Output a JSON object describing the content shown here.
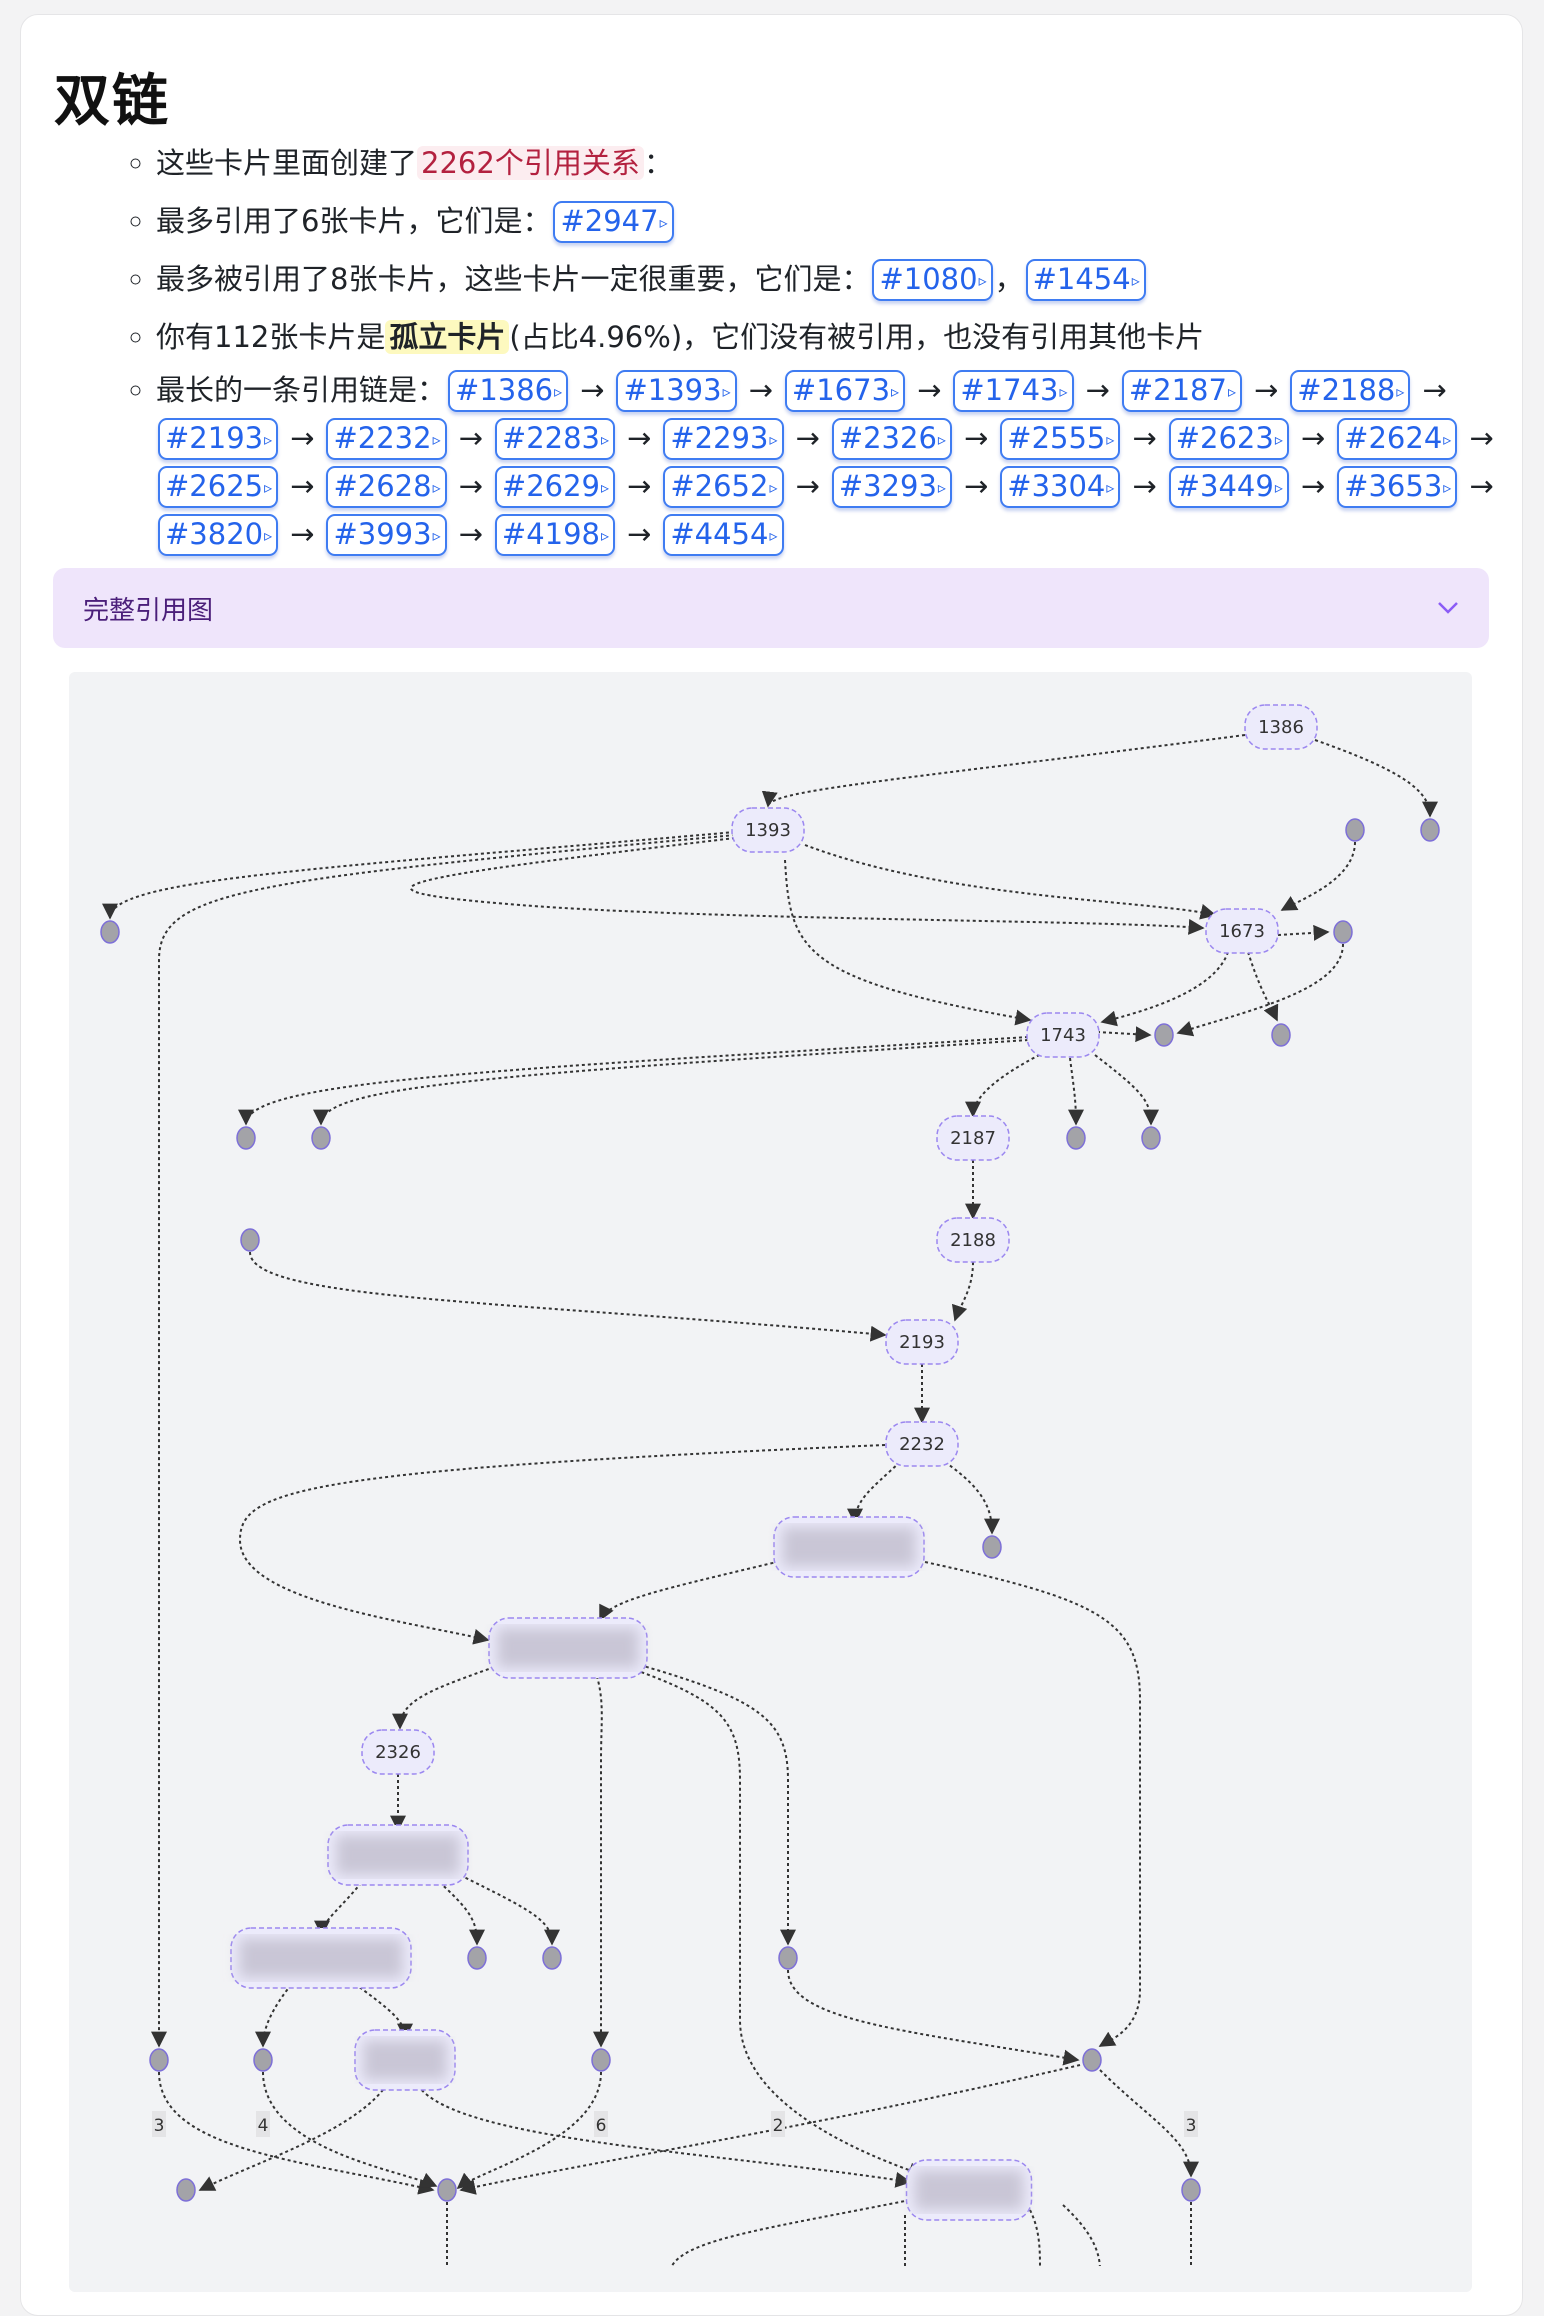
{
  "title": "双链",
  "stats": {
    "line1_prefix": "这些卡片里面创建了",
    "line1_highlight": "2262个引用关系",
    "line1_suffix": "：",
    "line2_prefix": "最多引用了6张卡片，它们是：",
    "line2_cards": [
      "#2947"
    ],
    "line3_prefix": "最多被引用了8张卡片，这些卡片一定很重要，它们是：",
    "line3_cards": [
      "#1080",
      "#1454"
    ],
    "line4_prefix": "你有112张卡片是",
    "line4_highlight": "孤立卡片",
    "line4_suffix": "(占比4.96%)，它们没有被引用，也没有引用其他卡片",
    "line5_prefix": "最长的一条引用链是：",
    "chain": [
      "#1386",
      "#1393",
      "#1673",
      "#1743",
      "#2187",
      "#2188",
      "#2193",
      "#2232",
      "#2283",
      "#2293",
      "#2326",
      "#2555",
      "#2623",
      "#2624",
      "#2625",
      "#2628",
      "#2629",
      "#2652",
      "#3293",
      "#3304",
      "#3449",
      "#3653",
      "#3820",
      "#3993",
      "#4198",
      "#4454"
    ],
    "arrow": "→",
    "chip_suffix": "▹"
  },
  "collapse": {
    "label": "完整引用图",
    "icon": "chevron-down-icon",
    "expanded": false
  },
  "graph": {
    "nodes": [
      "1386",
      "1393",
      "1673",
      "1743",
      "2187",
      "2188",
      "2193",
      "2232",
      "2326"
    ],
    "edge_labels": [
      "3",
      "4",
      "6",
      "2",
      "3"
    ],
    "colors": {
      "node_fill": "#ecebfb",
      "node_stroke": "#9b87f0",
      "dot_fill": "#a3a3a8",
      "edge": "#333333"
    }
  }
}
